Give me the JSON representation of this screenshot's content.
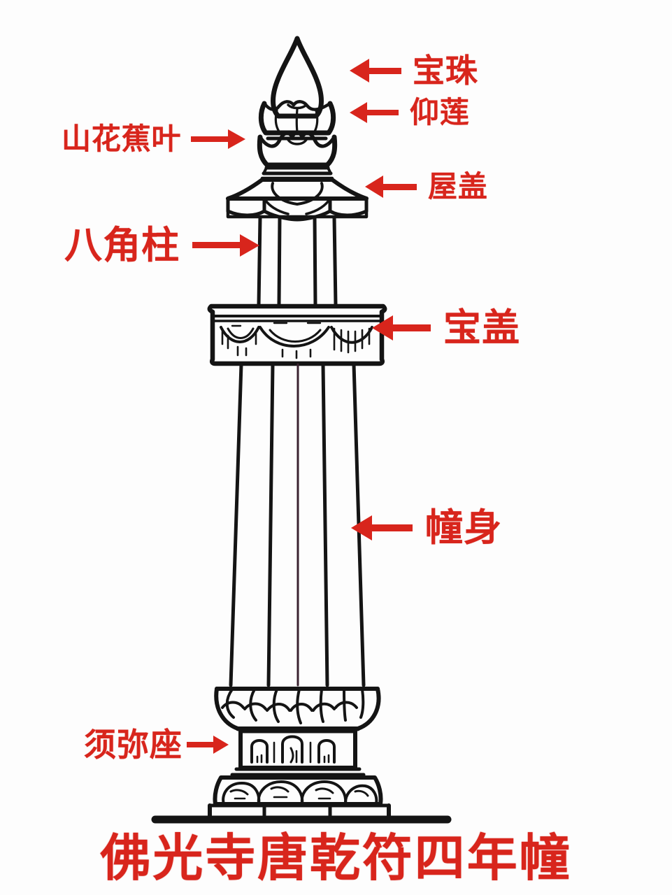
{
  "figure": {
    "title": "佛光寺唐乾符四年幢",
    "subject": "经幢结构图解",
    "accent_color": "#d8251c",
    "ink_color": "#111111",
    "background_color": "#fdfdfd"
  },
  "annotations": [
    {
      "id": "baozhu",
      "label": "宝珠",
      "arrow": "arrow-left-icon",
      "direction": "left",
      "target": "宝珠（火焰宝珠顶）"
    },
    {
      "id": "yanglian",
      "label": "仰莲",
      "arrow": "arrow-left-icon",
      "direction": "left",
      "target": "仰莲（上仰莲瓣座）"
    },
    {
      "id": "shanhua",
      "label": "山花蕉叶",
      "arrow": "arrow-right-icon",
      "direction": "right",
      "target": "山花蕉叶"
    },
    {
      "id": "wugai",
      "label": "屋盖",
      "arrow": "arrow-left-icon",
      "direction": "left",
      "target": "屋盖（八角攒尖顶）"
    },
    {
      "id": "bajiaozhu",
      "label": "八角柱",
      "arrow": "arrow-right-icon",
      "direction": "right",
      "target": "八角柱（上层小柱）"
    },
    {
      "id": "baogai",
      "label": "宝盖",
      "arrow": "arrow-left-icon",
      "direction": "left",
      "target": "宝盖（帐幔雕刻）"
    },
    {
      "id": "chuangshen",
      "label": "幢身",
      "arrow": "arrow-left-icon",
      "direction": "left",
      "target": "幢身（八棱经文柱身）"
    },
    {
      "id": "xumizuo",
      "label": "须弥座",
      "arrow": "arrow-right-icon",
      "direction": "right",
      "target": "须弥座（覆莲＋壸门束腰＋叠涩基座）"
    }
  ],
  "caption": {
    "text": "佛光寺唐乾符四年幢"
  },
  "drawing": {
    "type": "line-drawing",
    "description": "中国唐代石经幢立面线描图",
    "parts_top_to_bottom": [
      "宝珠",
      "仰莲",
      "山花蕉叶",
      "屋盖",
      "八角柱",
      "宝盖",
      "幢身",
      "覆莲",
      "须弥座束腰",
      "叠涩基座",
      "地坪线"
    ]
  }
}
